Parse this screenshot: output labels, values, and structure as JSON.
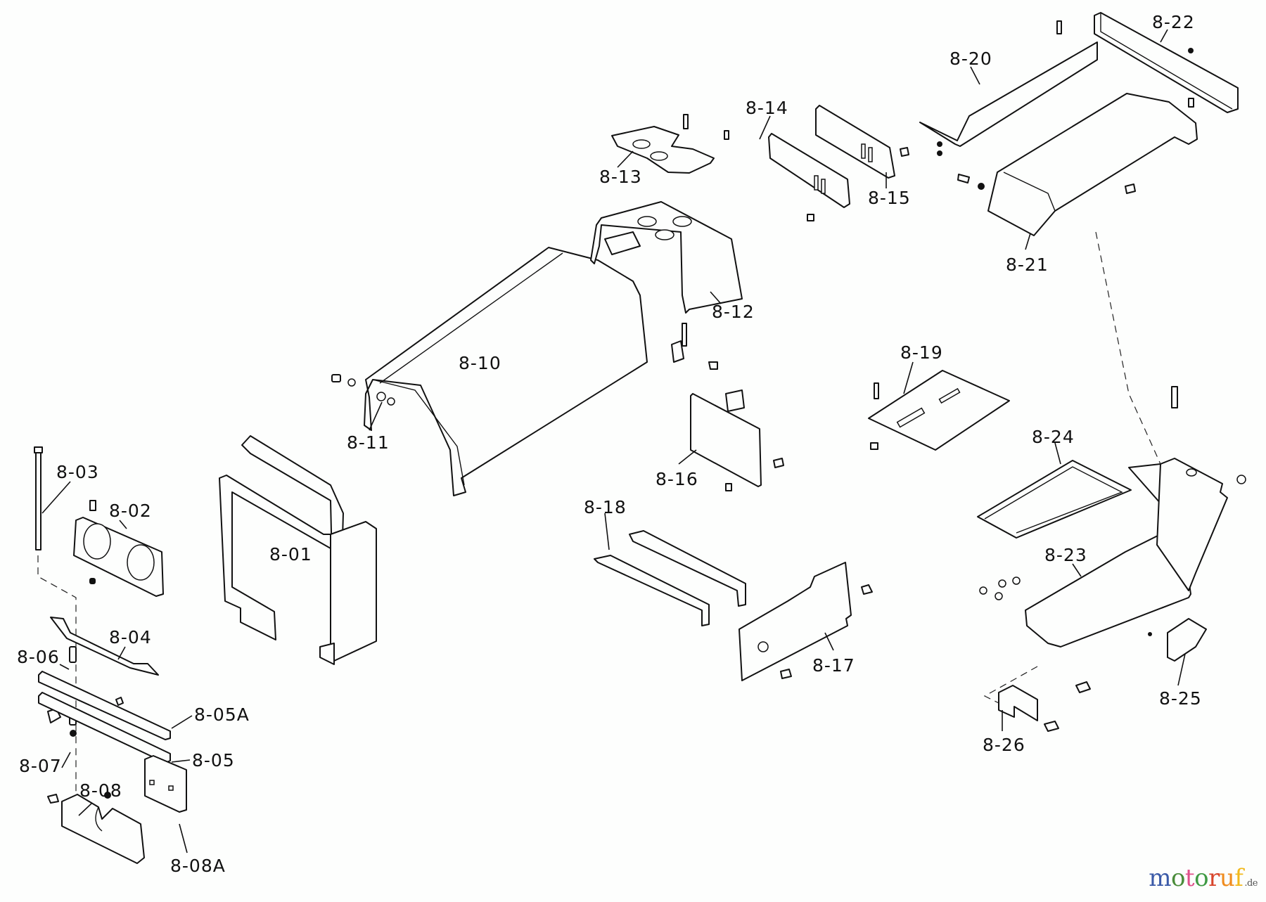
{
  "diagram": {
    "type": "exploded-parts-view",
    "parts": [
      {
        "id": "8-01",
        "label": "8-01"
      },
      {
        "id": "8-02",
        "label": "8-02"
      },
      {
        "id": "8-03",
        "label": "8-03"
      },
      {
        "id": "8-04",
        "label": "8-04"
      },
      {
        "id": "8-05",
        "label": "8-05"
      },
      {
        "id": "8-05A",
        "label": "8-05A"
      },
      {
        "id": "8-06",
        "label": "8-06"
      },
      {
        "id": "8-07",
        "label": "8-07"
      },
      {
        "id": "8-08",
        "label": "8-08"
      },
      {
        "id": "8-08A",
        "label": "8-08A"
      },
      {
        "id": "8-10",
        "label": "8-10"
      },
      {
        "id": "8-11",
        "label": "8-11"
      },
      {
        "id": "8-12",
        "label": "8-12"
      },
      {
        "id": "8-13",
        "label": "8-13"
      },
      {
        "id": "8-14",
        "label": "8-14"
      },
      {
        "id": "8-15",
        "label": "8-15"
      },
      {
        "id": "8-16",
        "label": "8-16"
      },
      {
        "id": "8-17",
        "label": "8-17"
      },
      {
        "id": "8-18",
        "label": "8-18"
      },
      {
        "id": "8-19",
        "label": "8-19"
      },
      {
        "id": "8-20",
        "label": "8-20"
      },
      {
        "id": "8-21",
        "label": "8-21"
      },
      {
        "id": "8-22",
        "label": "8-22"
      },
      {
        "id": "8-23",
        "label": "8-23"
      },
      {
        "id": "8-24",
        "label": "8-24"
      },
      {
        "id": "8-25",
        "label": "8-25"
      },
      {
        "id": "8-26",
        "label": "8-26"
      }
    ]
  },
  "watermark": {
    "letters": [
      {
        "ch": "m",
        "color": "#3b5aa8"
      },
      {
        "ch": "o",
        "color": "#4a8c3a"
      },
      {
        "ch": "t",
        "color": "#e0508a"
      },
      {
        "ch": "o",
        "color": "#3f9a44"
      },
      {
        "ch": "r",
        "color": "#d8452b"
      },
      {
        "ch": "u",
        "color": "#f08c1e"
      },
      {
        "ch": "f",
        "color": "#f2b91c"
      }
    ],
    "tld": ".de"
  }
}
